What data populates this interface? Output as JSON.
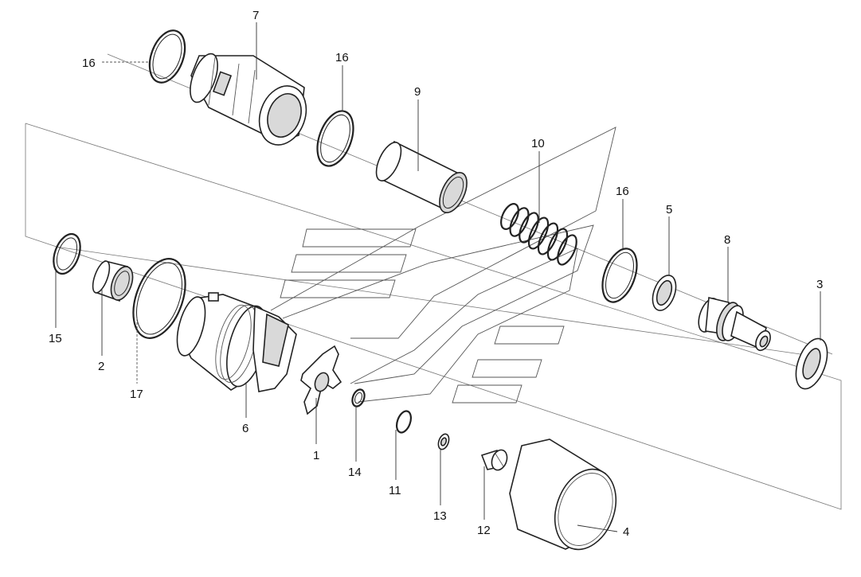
{
  "diagram": {
    "labels": [
      {
        "text": "1"
      },
      {
        "text": "2"
      },
      {
        "text": "3"
      },
      {
        "text": "4"
      },
      {
        "text": "5"
      },
      {
        "text": "6"
      },
      {
        "text": "7"
      },
      {
        "text": "8"
      },
      {
        "text": "9"
      },
      {
        "text": "10"
      },
      {
        "text": "11"
      },
      {
        "text": "12"
      },
      {
        "text": "13"
      },
      {
        "text": "14"
      },
      {
        "text": "15"
      },
      {
        "text": "16"
      },
      {
        "text": "16"
      },
      {
        "text": "16"
      },
      {
        "text": "17"
      }
    ]
  }
}
